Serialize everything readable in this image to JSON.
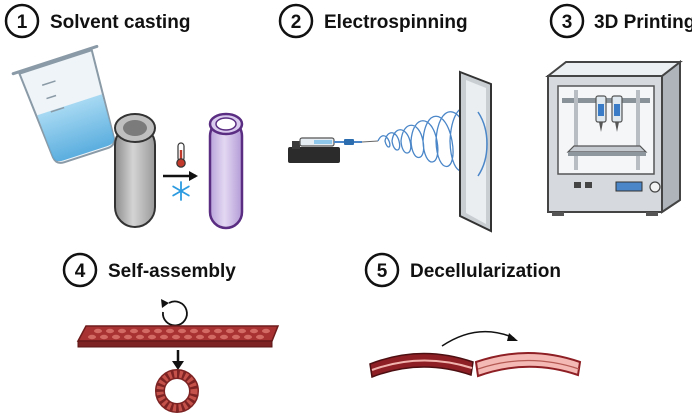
{
  "methods": [
    {
      "number": "1",
      "title": "Solvent casting"
    },
    {
      "number": "2",
      "title": "Electrospinning"
    },
    {
      "number": "3",
      "title": "3D Printing"
    },
    {
      "number": "4",
      "title": "Self-assembly"
    },
    {
      "number": "5",
      "title": "Decellularization"
    }
  ],
  "colors": {
    "outline": "#222222",
    "mold_gray": "#b9b9b9",
    "tube_purple": "#c9b6e3",
    "tube_purple_dark": "#5a2d82",
    "fiber_blue": "#4a86c8",
    "ice_blue": "#2c9be0",
    "thermo_red": "#c0392b",
    "sheet_red": "#a83232",
    "ring_red": "#b8443c",
    "vessel_dark": "#8e1f24",
    "vessel_light": "#f4b9b4",
    "printer_body": "#dcdfe3"
  },
  "icons": [
    "beaker-icon",
    "thermometer-icon",
    "snowflake-icon",
    "syringe-pump-icon",
    "rotation-icon",
    "printer-icon"
  ]
}
